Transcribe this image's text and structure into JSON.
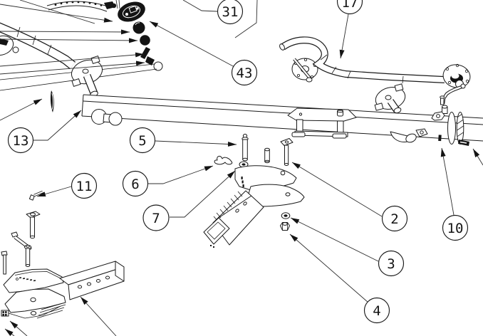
{
  "drawing": {
    "type": "exploded-parts-diagram",
    "background": "#ffffff",
    "line_color": "#1a1a1a",
    "leader_color": "#2f2f2f",
    "callouts": [
      {
        "label": "31"
      },
      {
        "label": "43"
      },
      {
        "label": "17"
      },
      {
        "label": "13"
      },
      {
        "label": "5"
      },
      {
        "label": "6"
      },
      {
        "label": "7"
      },
      {
        "label": "11"
      },
      {
        "label": "2"
      },
      {
        "label": "10"
      },
      {
        "label": "3"
      },
      {
        "label": "4"
      }
    ]
  }
}
